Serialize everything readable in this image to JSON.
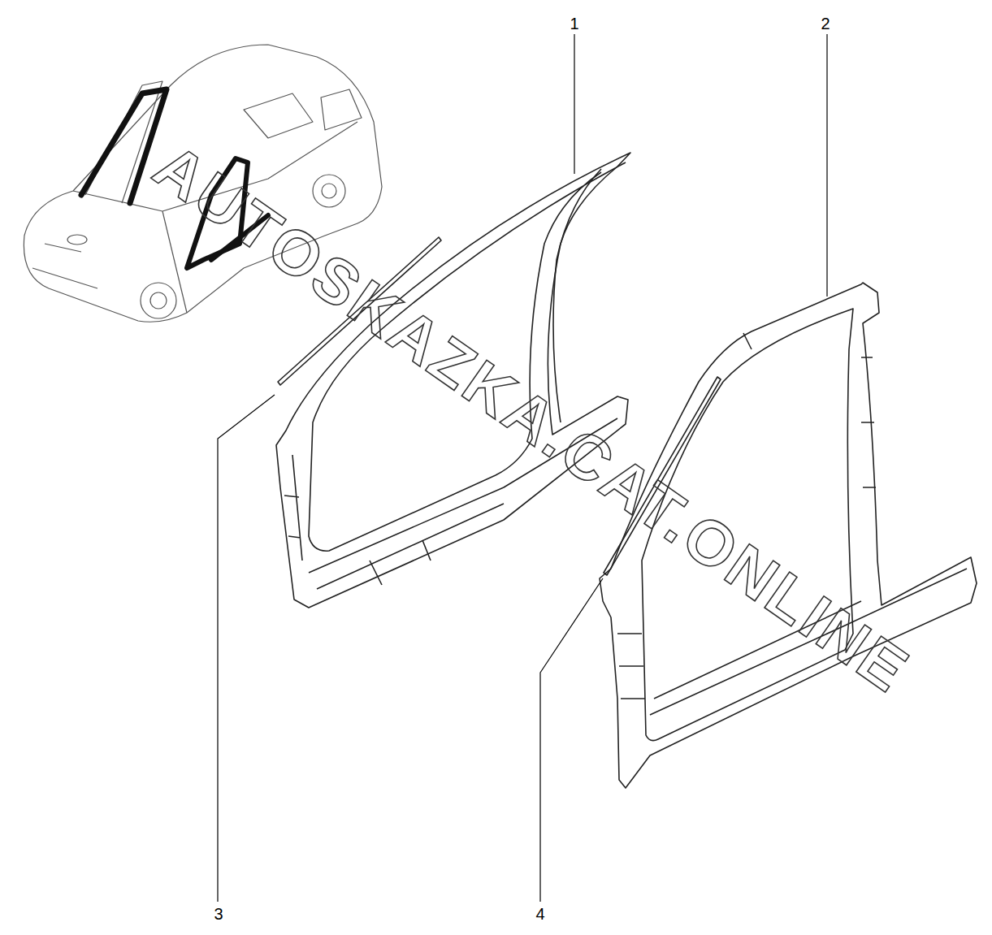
{
  "diagram": {
    "labels": [
      "1",
      "2",
      "3",
      "4",
      "AUTOSKAZKA.CAT.ONLINE"
    ]
  }
}
